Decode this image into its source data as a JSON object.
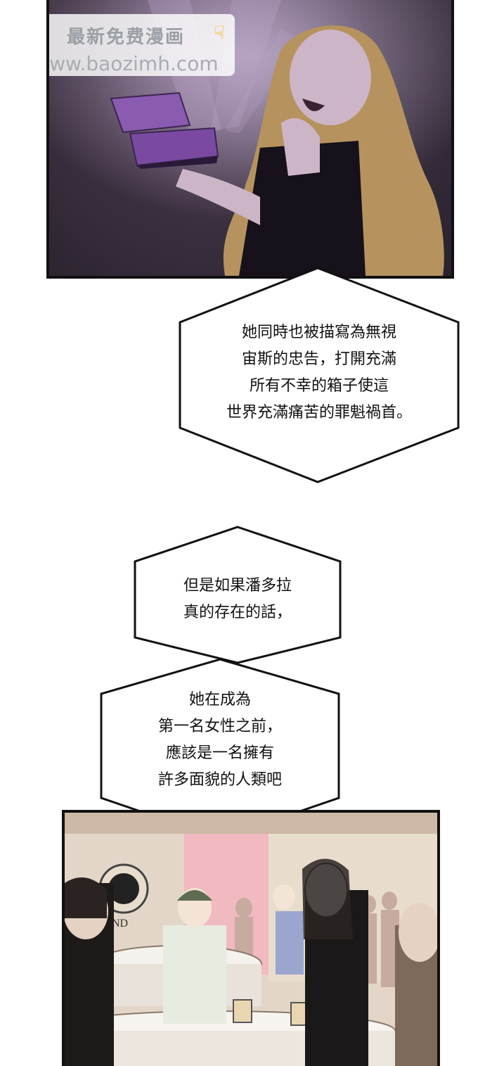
{
  "watermark": {
    "title": "最新免费漫画",
    "url": "www.baozimh.com",
    "hand_icon": "pointing-down-hand-icon"
  },
  "bubble1": {
    "lines": [
      "她同時也被描寫為無視",
      "宙斯的忠告，打開充滿",
      "所有不幸的箱子使這",
      "世界充滿痛苦的罪魁禍首。"
    ]
  },
  "bubble2": {
    "lines": [
      "但是如果潘多拉",
      "真的存在的話，"
    ]
  },
  "bubble3": {
    "lines": [
      "她在成為",
      "第一名女性之前，",
      "應該是一名擁有",
      "許多面貌的人類吧"
    ]
  },
  "panel_bottom": {
    "shop_sign": "PAND"
  },
  "colors": {
    "panel_border": "#111111",
    "top_panel_bg": "#3e3243",
    "box_purple": "#7a52a0",
    "hair_blonde": "#c8a06a"
  }
}
